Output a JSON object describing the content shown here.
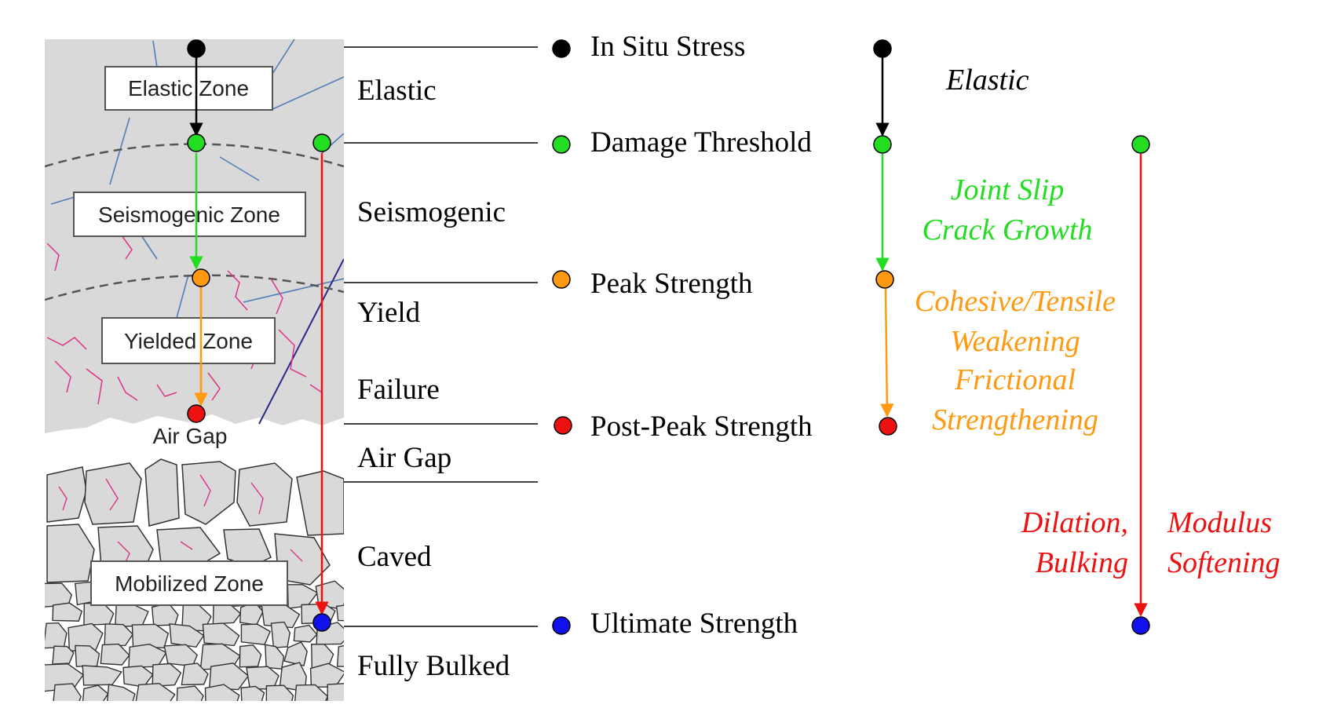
{
  "zone_boxes": {
    "elastic": "Elastic Zone",
    "seismogenic": "Seismogenic Zone",
    "yielded": "Yielded Zone",
    "mobilized": "Mobilized Zone"
  },
  "air_gap_label": "Air Gap",
  "zone_names": {
    "elastic": "Elastic",
    "seismogenic": "Seismogenic",
    "yield": "Yield",
    "failure": "Failure",
    "air_gap": "Air Gap",
    "caved": "Caved",
    "fully_bulked": "Fully Bulked"
  },
  "strength_stages": {
    "in_situ": "In Situ Stress",
    "damage": "Damage Threshold",
    "peak": "Peak Strength",
    "post_peak": "Post-Peak Strength",
    "ultimate": "Ultimate Strength"
  },
  "mechanisms": {
    "elastic": "Elastic",
    "joint_slip": "Joint Slip",
    "crack_growth": "Crack Growth",
    "cohesive": "Cohesive/Tensile",
    "weakening": "Weakening",
    "frictional": "Frictional",
    "strengthening": "Strengthening",
    "dilation": "Dilation,",
    "bulking": "Bulking",
    "modulus": "Modulus",
    "softening": "Softening"
  },
  "colors": {
    "stress": "#000000",
    "damage": "#22dd22",
    "peak": "#ff9911",
    "post_peak": "#ee1111",
    "ultimate": "#1111ee",
    "rock_fill": "#d9d9d9",
    "fracture_blue": "#4f7fb5",
    "fracture_pink": "#dd3388",
    "mechanism_green": "#22dd22",
    "mechanism_orange": "#ff9911",
    "mechanism_red": "#ee1111"
  }
}
